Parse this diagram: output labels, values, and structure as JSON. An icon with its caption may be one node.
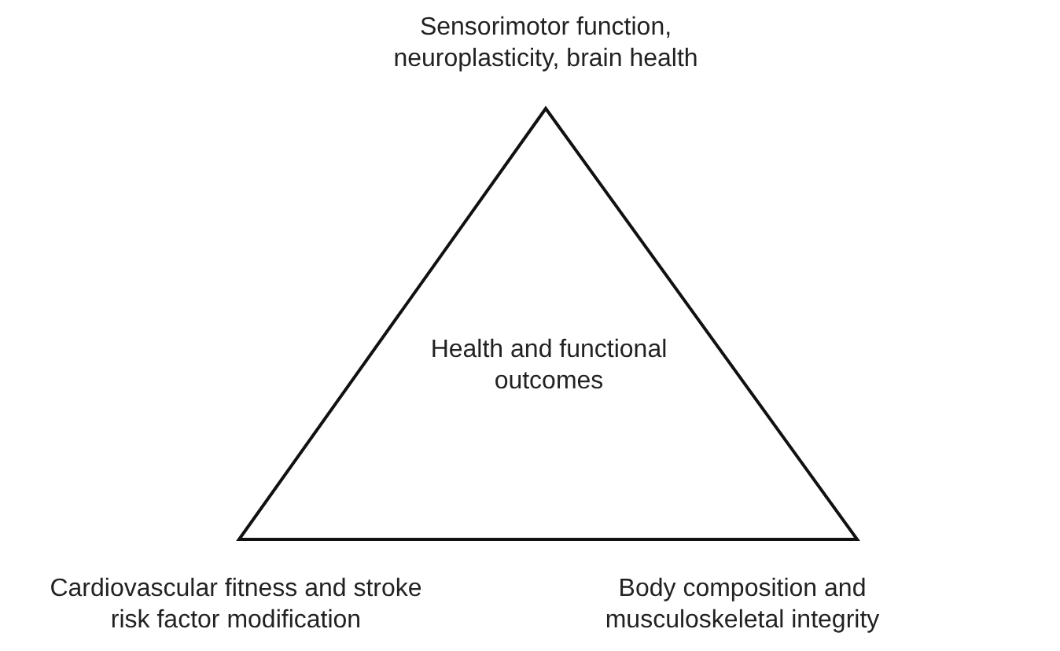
{
  "diagram": {
    "nodes": [
      {
        "text": [
          "Health and functional outcomes"
        ]
      }
    ],
    "labels": [
      "Sensorimotor function, neuroplasticity, brain health",
      "Cardiovascular fitness and stroke risk factor modification",
      "Body composition and musculoskeletal integrity"
    ]
  }
}
